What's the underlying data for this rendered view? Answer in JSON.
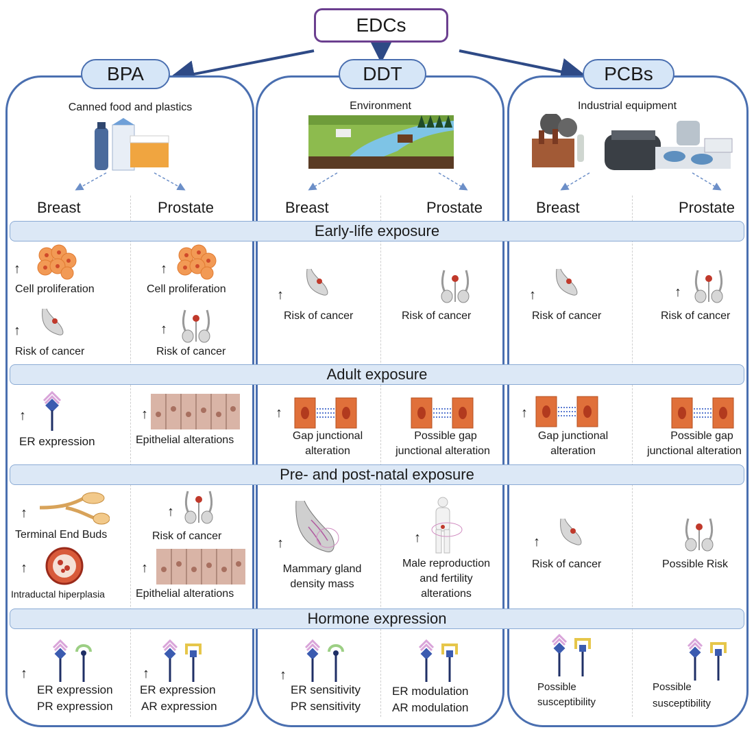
{
  "root": "EDCs",
  "columns": [
    {
      "name": "BPA",
      "source": "Canned food and plastics"
    },
    {
      "name": "DDT",
      "source": "Environment"
    },
    {
      "name": "PCBs",
      "source": "Industrial equipment"
    }
  ],
  "organs": {
    "breast": "Breast",
    "prostate": "Prostate"
  },
  "bands": [
    "Early-life exposure",
    "Adult exposure",
    "Pre- and post-natal exposure",
    "Hormone expression"
  ],
  "early": {
    "bpa_breast": [
      "Cell proliferation",
      "Risk of cancer"
    ],
    "bpa_prostate": [
      "Cell proliferation",
      "Risk of cancer"
    ],
    "ddt_breast": "Risk of cancer",
    "ddt_prostate": "Risk of cancer",
    "pcb_breast": "Risk of cancer",
    "pcb_prostate": "Risk of cancer"
  },
  "adult": {
    "bpa_breast": "ER expression",
    "bpa_prostate": "Epithelial alterations",
    "ddt_breast": [
      "Gap junctional",
      "alteration"
    ],
    "ddt_prostate": [
      "Possible gap",
      "junctional alteration"
    ],
    "pcb_breast": [
      "Gap junctional",
      "alteration"
    ],
    "pcb_prostate": [
      "Possible gap",
      "junctional alteration"
    ]
  },
  "prenatal": {
    "bpa_breast": [
      "Terminal End Buds",
      "Intraductal hiperplasia"
    ],
    "bpa_prostate": [
      "Risk of cancer",
      "Epithelial alterations"
    ],
    "ddt_breast": [
      "Mammary gland",
      "density mass"
    ],
    "ddt_prostate": [
      "Male reproduction",
      "and fertility",
      "alterations"
    ],
    "pcb_breast": "Risk of cancer",
    "pcb_prostate": "Possible Risk"
  },
  "hormone": {
    "bpa_breast": [
      "ER expression",
      "PR expression"
    ],
    "bpa_prostate": [
      "ER expression",
      "AR expression"
    ],
    "ddt_breast": [
      "ER sensitivity",
      "PR sensitivity"
    ],
    "ddt_prostate": [
      "ER modulation",
      "AR modulation"
    ],
    "pcb_breast": [
      "Possible",
      "susceptibility"
    ],
    "pcb_prostate": [
      "Possible",
      "susceptibility"
    ]
  },
  "up_arrow": "↑",
  "colors": {
    "column_border": "#4a6fb0",
    "root_border": "#6b3f8f",
    "band_fill": "#dce8f6",
    "cell_orange": "#e8783a",
    "tissue": "#d9b4a6"
  }
}
